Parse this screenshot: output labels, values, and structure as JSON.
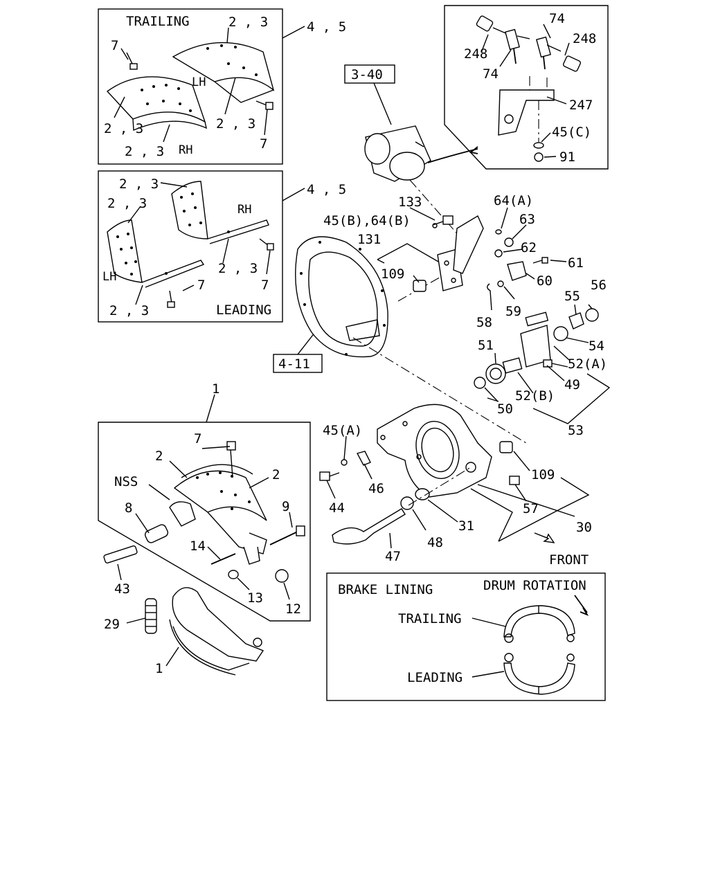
{
  "panels": {
    "trailing": {
      "title": "TRAILING",
      "left_label": "LH",
      "right_label": "RH"
    },
    "leading": {
      "title": "LEADING",
      "left_label": "LH",
      "right_label": "RH"
    },
    "sensor_box": {},
    "shoe_kit": {
      "nss_label": "NSS"
    },
    "legend": {
      "title": "BRAKE LINING",
      "rotation_label": "DRUM ROTATION",
      "trailing_label": "TRAILING",
      "leading_label": "LEADING"
    }
  },
  "ref_boxes": [
    "3-40",
    "4-11"
  ],
  "callouts": {
    "tr_23_top": "2 , 3",
    "tr_7_top": "7",
    "tr_23_left": "2 , 3",
    "tr_23_mid": "2 , 3",
    "tr_23_bottom": "2 , 3",
    "tr_7_right": "7",
    "tr_45": "4 , 5",
    "ld_23_top": "2 , 3",
    "ld_23_left": "2 , 3",
    "ld_23_mid": "2 , 3",
    "ld_23_bottom": "2 , 3",
    "ld_7_mid": "7",
    "ld_7_right": "7",
    "ld_45": "4 , 5",
    "s_74_top": "74",
    "s_248_right": "248",
    "s_248_left": "248",
    "s_74_left": "74",
    "s_247": "247",
    "s_45c": "45(C)",
    "s_91": "91",
    "p_133": "133",
    "p_64a": "64(A)",
    "p_45b64b": "45(B),64(B)",
    "p_63": "63",
    "p_131": "131",
    "p_62": "62",
    "p_61": "61",
    "p_109_top": "109",
    "p_60": "60",
    "p_56": "56",
    "p_55": "55",
    "p_59": "59",
    "p_58": "58",
    "p_51": "51",
    "p_54": "54",
    "p_52a": "52(A)",
    "p_49": "49",
    "p_52b": "52(B)",
    "p_50": "50",
    "p_53": "53",
    "p_1_top": "1",
    "p_45a": "45(A)",
    "p_46": "46",
    "p_44": "44",
    "p_109_bottom": "109",
    "p_57": "57",
    "p_31": "31",
    "p_30": "30",
    "p_48": "48",
    "p_47": "47",
    "p_front": "FRONT",
    "k_7": "7",
    "k_2_left": "2",
    "k_2_right": "2",
    "k_8": "8",
    "k_9": "9",
    "k_14": "14",
    "k_13": "13",
    "k_12": "12",
    "k_43": "43",
    "k_29": "29",
    "k_1_bottom": "1"
  }
}
